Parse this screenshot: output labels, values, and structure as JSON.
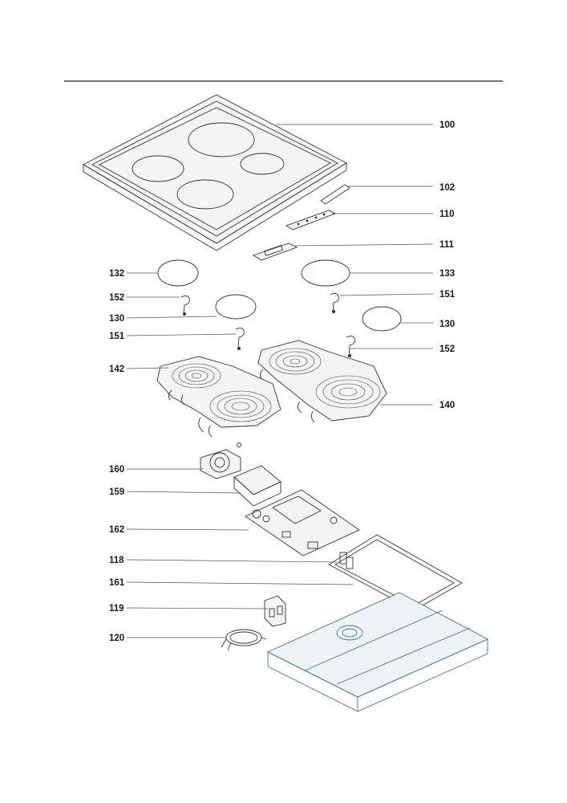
{
  "labels": {
    "l100": "100",
    "l102": "102",
    "l110": "110",
    "l111": "111",
    "l132": "132",
    "l133": "133",
    "l152a": "152",
    "l151a": "151",
    "l130a": "130",
    "l130b": "130",
    "l151b": "151",
    "l152b": "152",
    "l142": "142",
    "l140": "140",
    "l160": "160",
    "l159": "159",
    "l162": "162",
    "l118": "118",
    "l161": "161",
    "l119": "119",
    "l120": "120"
  }
}
